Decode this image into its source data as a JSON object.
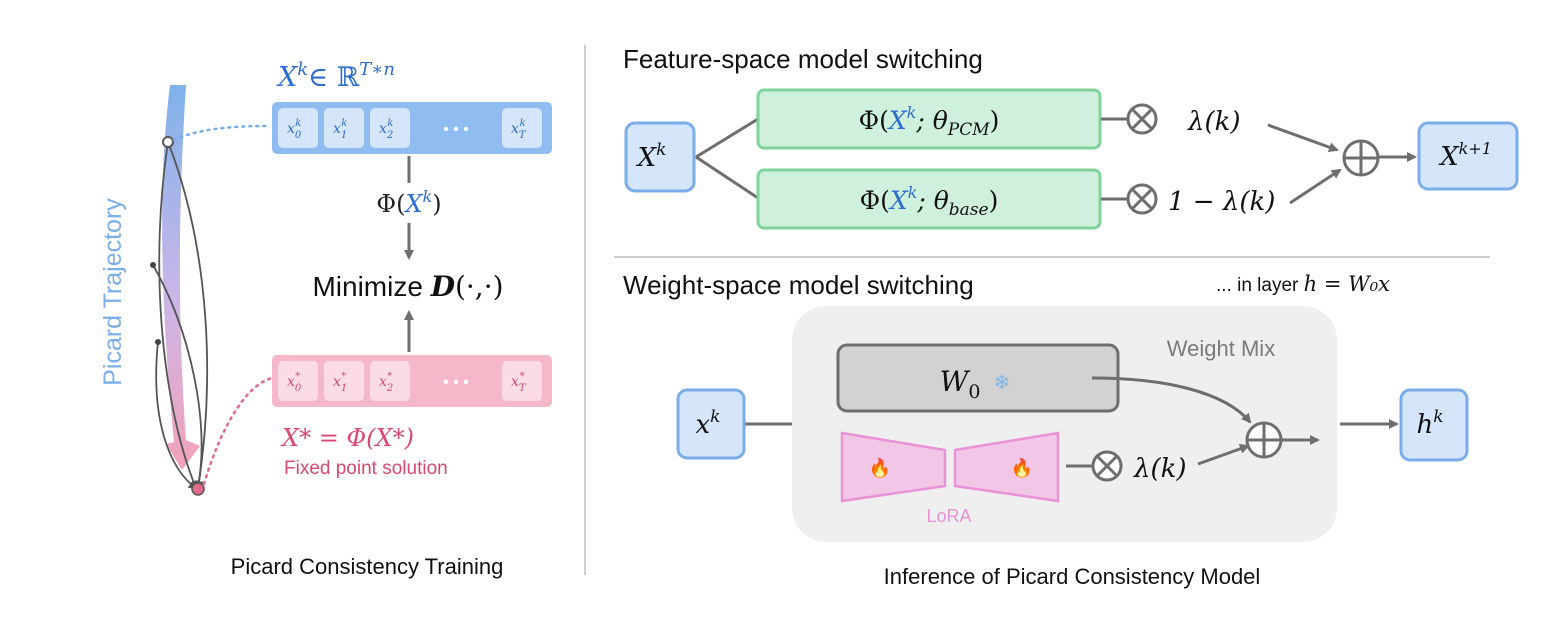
{
  "left_panel": {
    "x_sup": "k",
    "x_var": "X",
    "x_set": "∈ ℝ",
    "x_dim": "T∗n",
    "cells_top": [
      {
        "base": "x",
        "sub": "0",
        "sup": "k"
      },
      {
        "base": "x",
        "sub": "1",
        "sup": "k"
      },
      {
        "base": "x",
        "sub": "2",
        "sup": "k"
      },
      {
        "base": "x",
        "sub": "T",
        "sup": "k"
      }
    ],
    "cells_bottom": [
      {
        "base": "x",
        "sub": "0",
        "sup": "*"
      },
      {
        "base": "x",
        "sub": "1",
        "sup": "*"
      },
      {
        "base": "x",
        "sub": "2",
        "sup": "*"
      },
      {
        "base": "x",
        "sub": "T",
        "sup": "*"
      }
    ],
    "ellipsis": "• • •",
    "phi_label_pre": "Φ(",
    "phi_label_var": "X",
    "phi_label_sup": "k",
    "phi_label_post": ")",
    "minimize_label": "Minimize ",
    "minimize_D": "D",
    "minimize_args": "(·,·)",
    "fixed_eq": "X* = Φ(X*)",
    "fixed_label": "Fixed point solution",
    "trajectory_label": "Picard Trajectory",
    "caption": "Picard Consistency Training"
  },
  "feature_panel": {
    "title": "Feature-space model switching",
    "input_var": "X",
    "input_sup": "k",
    "model_top_pre": "Φ(",
    "model_top_var": "X",
    "model_top_sup": "k",
    "model_top_theta": "; θ",
    "model_top_sub": "PCM",
    "model_top_post": ")",
    "model_bottom_pre": "Φ(",
    "model_bottom_var": "X",
    "model_bottom_sup": "k",
    "model_bottom_theta": "; θ",
    "model_bottom_sub": "base",
    "model_bottom_post": ")",
    "weight_top": "λ(k)",
    "weight_bottom": "1 − λ(k)",
    "output_var": "X",
    "output_sup": "k+1"
  },
  "weight_panel": {
    "title": "Weight-space model switching",
    "layer_note_pre": "... in layer ",
    "layer_note_eq": "h  =  W₀x",
    "mix_label": "Weight Mix",
    "input_var": "x",
    "input_sup": "k",
    "w0_var": "W",
    "w0_sub": "0",
    "snow_icon": "❄",
    "fire_icon": "🔥",
    "weight_label": "λ(k)",
    "lora_label": "LoRA",
    "output_var": "h",
    "output_sup": "k",
    "caption": "Inference of Picard Consistency Model"
  },
  "colors": {
    "blue": "#2E6DD0",
    "blue_fill": "#D5E6FB",
    "blue_stroke": "#79AEEA",
    "pink": "#D9486F",
    "pink_fill": "#F9C6D3",
    "green_fill": "#CFF0DC",
    "green_stroke": "#7FD39B",
    "gray": "#6E6E6E"
  }
}
